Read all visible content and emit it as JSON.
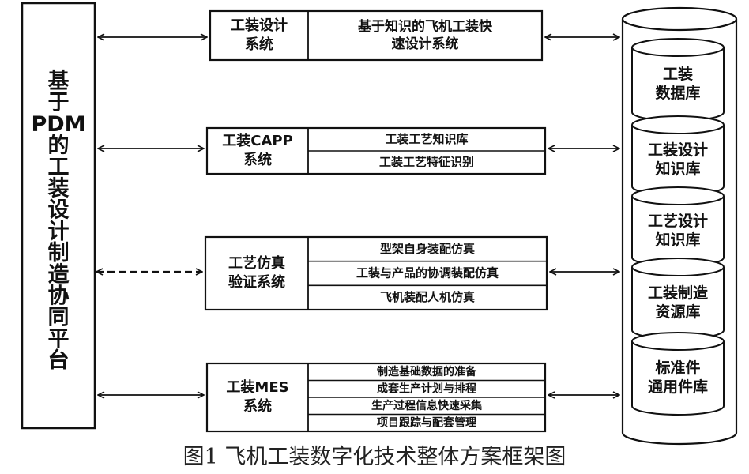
{
  "platform": {
    "label_lines": [
      "基",
      "于",
      "PDM",
      "的",
      "工",
      "装",
      "设",
      "计",
      "制",
      "造",
      "协",
      "同",
      "平",
      "台"
    ]
  },
  "systems": [
    {
      "id": "design",
      "name_lines": [
        "工装设计",
        "系统"
      ],
      "functions": [
        [
          "基于知识的飞机工装快",
          "速设计系统"
        ]
      ]
    },
    {
      "id": "capp",
      "name_lines": [
        "工装CAPP",
        "系统"
      ],
      "functions": [
        [
          "工装工艺知识库"
        ],
        [
          "工装工艺特征识别"
        ]
      ]
    },
    {
      "id": "sim",
      "name_lines": [
        "工艺仿真",
        "验证系统"
      ],
      "functions": [
        [
          "型架自身装配仿真"
        ],
        [
          "工装与产品的协调装配仿真"
        ],
        [
          "飞机装配人机仿真"
        ]
      ]
    },
    {
      "id": "mes",
      "name_lines": [
        "工装MES",
        "系统"
      ],
      "functions": [
        [
          "制造基础数据的准备"
        ],
        [
          "成套生产计划与排程"
        ],
        [
          "生产过程信息快速采集"
        ],
        [
          "项目跟踪与配套管理"
        ]
      ]
    }
  ],
  "databases": [
    {
      "lines": [
        "工装",
        "数据库"
      ]
    },
    {
      "lines": [
        "工装设计",
        "知识库"
      ]
    },
    {
      "lines": [
        "工艺设计",
        "知识库"
      ]
    },
    {
      "lines": [
        "工装制造",
        "资源库"
      ]
    },
    {
      "lines": [
        "标准件",
        "通用件库"
      ]
    }
  ],
  "caption": "图1  飞机工装数字化技术整体方案框架图"
}
